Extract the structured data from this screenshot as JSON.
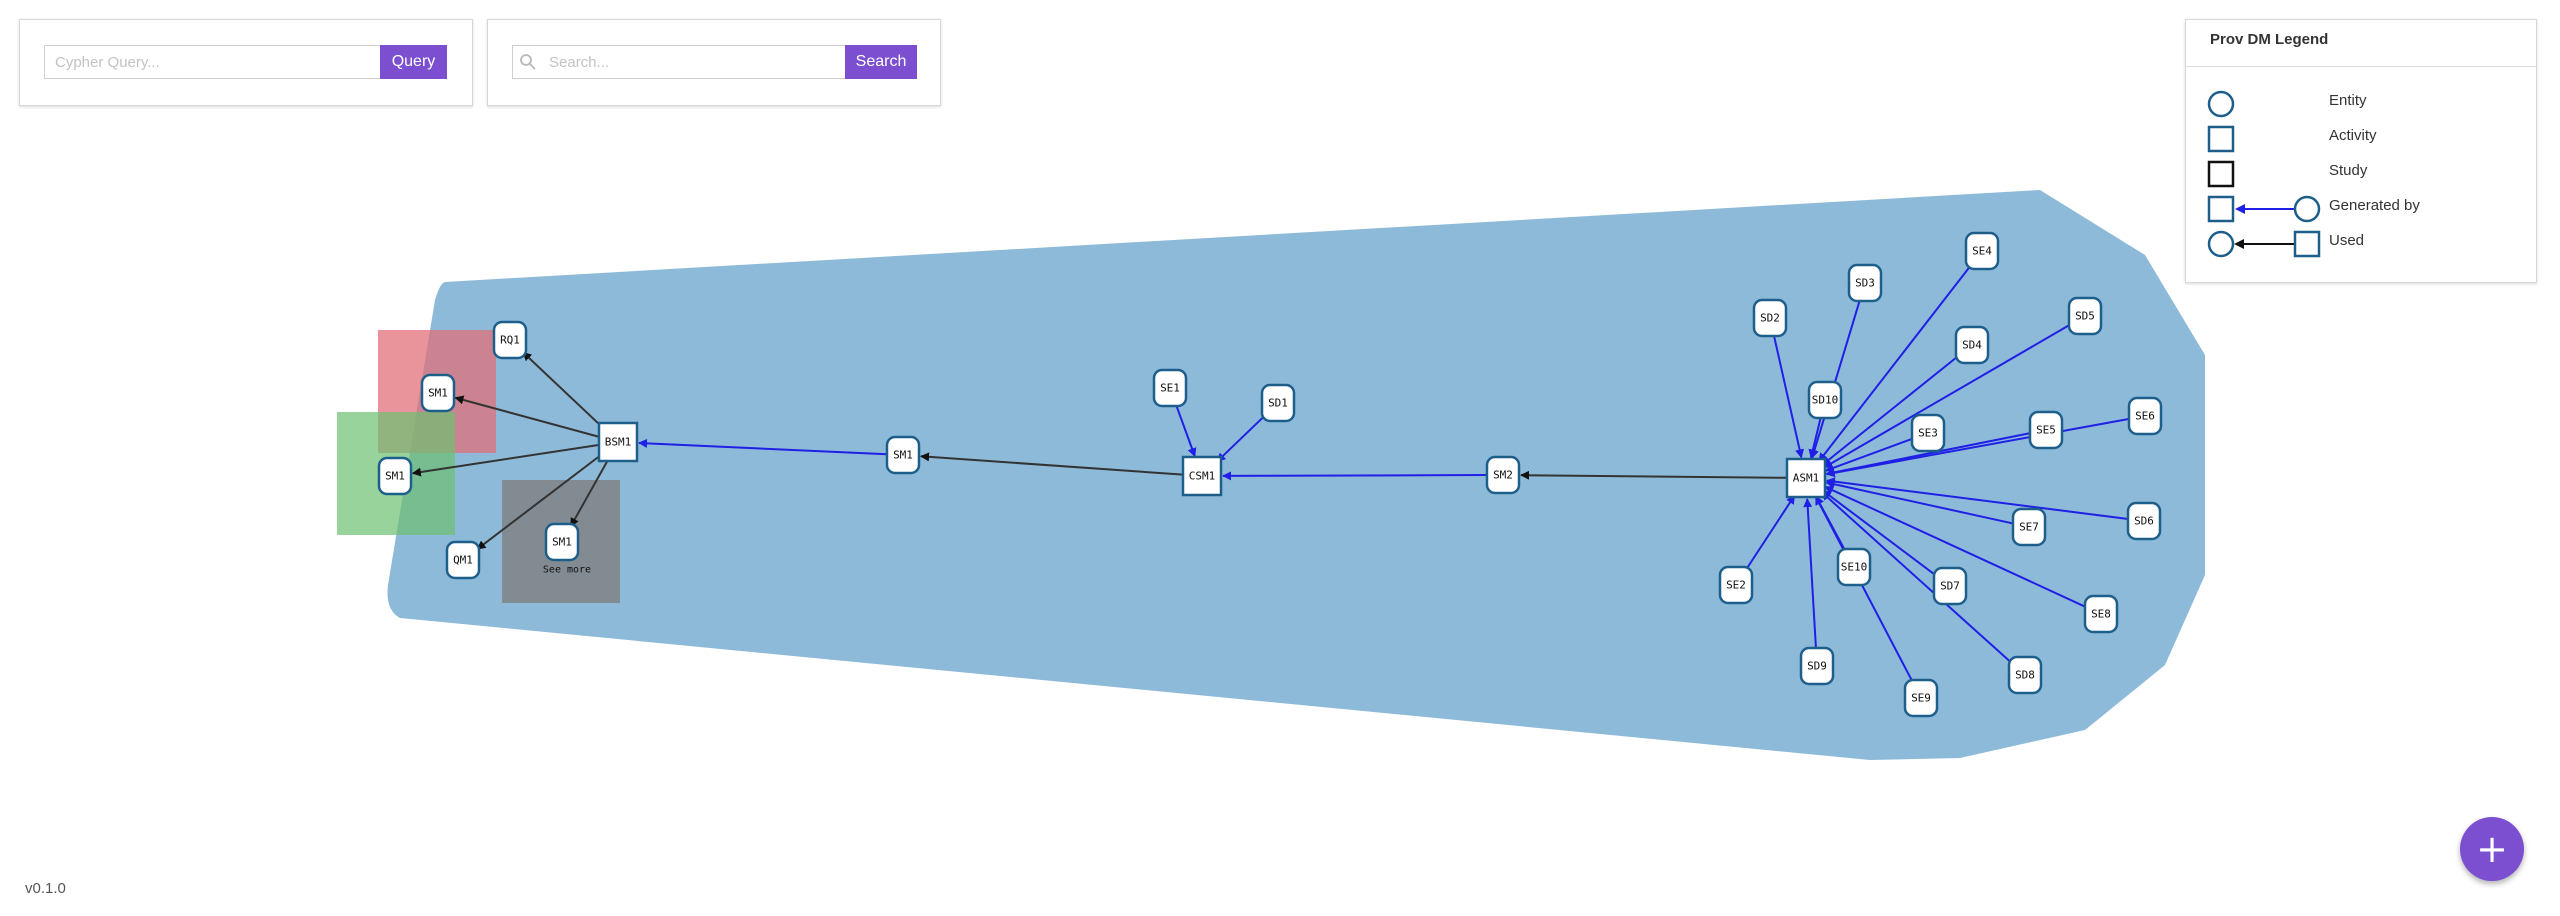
{
  "query": {
    "placeholder": "Cypher Query...",
    "button_label": "Query"
  },
  "search": {
    "placeholder": "Search...",
    "button_label": "Search"
  },
  "legend": {
    "title": "Prov DM Legend",
    "items": [
      {
        "label": "Entity",
        "icon": "entity-circle-icon"
      },
      {
        "label": "Activity",
        "icon": "activity-square-icon"
      },
      {
        "label": "Study",
        "icon": "study-square-icon"
      },
      {
        "label": "Generated by",
        "icon": "generated-by-arrow-icon"
      },
      {
        "label": "Used",
        "icon": "used-arrow-icon"
      }
    ]
  },
  "version": "v0.1.0",
  "fab_label": "+",
  "colors": {
    "accent": "#7b4fcf",
    "hull": "#8ab8d8",
    "node_border": "#1d5f8a",
    "generated_edge": "#1f1fe6",
    "used_edge": "#333333",
    "highlight_red": "#e07078",
    "highlight_green": "#6cc070",
    "highlight_gray": "#808080"
  },
  "graph": {
    "nodes": [
      {
        "id": "RQ1",
        "label": "RQ1",
        "kind": "entity"
      },
      {
        "id": "SM1a",
        "label": "SM1",
        "kind": "entity"
      },
      {
        "id": "SM1b",
        "label": "SM1",
        "kind": "entity"
      },
      {
        "id": "QM1",
        "label": "QM1",
        "kind": "entity"
      },
      {
        "id": "SM1c",
        "label": "SM1",
        "kind": "entity",
        "note": "See more"
      },
      {
        "id": "BSM1",
        "label": "BSM1",
        "kind": "activity"
      },
      {
        "id": "SM1d",
        "label": "SM1",
        "kind": "entity"
      },
      {
        "id": "SE1",
        "label": "SE1",
        "kind": "entity"
      },
      {
        "id": "SD1",
        "label": "SD1",
        "kind": "entity"
      },
      {
        "id": "CSM1",
        "label": "CSM1",
        "kind": "activity"
      },
      {
        "id": "SM2",
        "label": "SM2",
        "kind": "entity"
      },
      {
        "id": "ASM1",
        "label": "ASM1",
        "kind": "activity"
      },
      {
        "id": "SD2",
        "label": "SD2",
        "kind": "entity"
      },
      {
        "id": "SD3",
        "label": "SD3",
        "kind": "entity"
      },
      {
        "id": "SE4",
        "label": "SE4",
        "kind": "entity"
      },
      {
        "id": "SD10",
        "label": "SD10",
        "kind": "entity"
      },
      {
        "id": "SD4",
        "label": "SD4",
        "kind": "entity"
      },
      {
        "id": "SD5",
        "label": "SD5",
        "kind": "entity"
      },
      {
        "id": "SE3",
        "label": "SE3",
        "kind": "entity"
      },
      {
        "id": "SE5",
        "label": "SE5",
        "kind": "entity"
      },
      {
        "id": "SE6",
        "label": "SE6",
        "kind": "entity"
      },
      {
        "id": "SE7",
        "label": "SE7",
        "kind": "entity"
      },
      {
        "id": "SD6",
        "label": "SD6",
        "kind": "entity"
      },
      {
        "id": "SE2",
        "label": "SE2",
        "kind": "entity"
      },
      {
        "id": "SE10",
        "label": "SE10",
        "kind": "entity"
      },
      {
        "id": "SD7",
        "label": "SD7",
        "kind": "entity"
      },
      {
        "id": "SE8",
        "label": "SE8",
        "kind": "entity"
      },
      {
        "id": "SD9",
        "label": "SD9",
        "kind": "entity"
      },
      {
        "id": "SD8",
        "label": "SD8",
        "kind": "entity"
      },
      {
        "id": "SE9",
        "label": "SE9",
        "kind": "entity"
      }
    ],
    "edges": [
      {
        "from": "BSM1",
        "to": "RQ1",
        "type": "used"
      },
      {
        "from": "BSM1",
        "to": "SM1a",
        "type": "used"
      },
      {
        "from": "BSM1",
        "to": "SM1b",
        "type": "used"
      },
      {
        "from": "BSM1",
        "to": "QM1",
        "type": "used"
      },
      {
        "from": "BSM1",
        "to": "SM1c",
        "type": "used"
      },
      {
        "from": "SM1d",
        "to": "BSM1",
        "type": "generated"
      },
      {
        "from": "CSM1",
        "to": "SM1d",
        "type": "used"
      },
      {
        "from": "SE1",
        "to": "CSM1",
        "type": "generated"
      },
      {
        "from": "SD1",
        "to": "CSM1",
        "type": "generated"
      },
      {
        "from": "SM2",
        "to": "CSM1",
        "type": "generated"
      },
      {
        "from": "ASM1",
        "to": "SM2",
        "type": "used"
      },
      {
        "from": "SD2",
        "to": "ASM1",
        "type": "generated"
      },
      {
        "from": "SD3",
        "to": "ASM1",
        "type": "generated"
      },
      {
        "from": "SE4",
        "to": "ASM1",
        "type": "generated"
      },
      {
        "from": "SD10",
        "to": "ASM1",
        "type": "generated"
      },
      {
        "from": "SD4",
        "to": "ASM1",
        "type": "generated"
      },
      {
        "from": "SD5",
        "to": "ASM1",
        "type": "generated"
      },
      {
        "from": "SE3",
        "to": "ASM1",
        "type": "generated"
      },
      {
        "from": "SE5",
        "to": "ASM1",
        "type": "generated"
      },
      {
        "from": "SE6",
        "to": "ASM1",
        "type": "generated"
      },
      {
        "from": "SE7",
        "to": "ASM1",
        "type": "generated"
      },
      {
        "from": "SD6",
        "to": "ASM1",
        "type": "generated"
      },
      {
        "from": "SE2",
        "to": "ASM1",
        "type": "generated"
      },
      {
        "from": "SE10",
        "to": "ASM1",
        "type": "generated"
      },
      {
        "from": "SD7",
        "to": "ASM1",
        "type": "generated"
      },
      {
        "from": "SE8",
        "to": "ASM1",
        "type": "generated"
      },
      {
        "from": "SD9",
        "to": "ASM1",
        "type": "generated"
      },
      {
        "from": "SD8",
        "to": "ASM1",
        "type": "generated"
      },
      {
        "from": "SE9",
        "to": "ASM1",
        "type": "generated"
      }
    ]
  }
}
